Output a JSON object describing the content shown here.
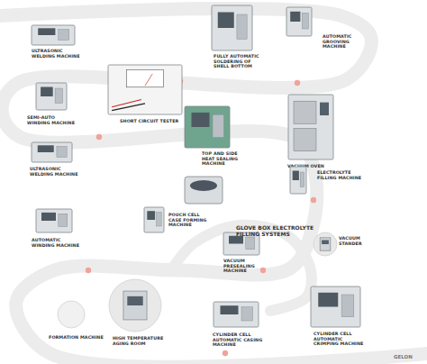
{
  "diagram": {
    "nodes": [
      {
        "text": [
          "ULTRASONIC WELDING MACHINE"
        ]
      },
      {
        "text": [
          "FULLY AUTOMATIC SOLDERING OF SHELL BOTTOM"
        ]
      },
      {
        "text": [
          "AUTOMATIC GROOVING MACHINE"
        ]
      },
      {
        "text": [
          "SEMI-AUTO WINDING MACHINE"
        ]
      },
      {
        "text": [
          "SHORT CIRCUIT TESTER"
        ]
      },
      {
        "text": [
          "TOP AND SIDE HEAT SEALING MACHINE"
        ]
      },
      {
        "text": [
          "VACUUM OVEN"
        ]
      },
      {
        "text": [
          "ULTRASONIC WELDING MACHINE"
        ]
      },
      {
        "text": [
          "ELECTROLYTE FILLING MACHINE"
        ]
      },
      {
        "text": [
          "AUTOMATIC WINDING MACHINE"
        ]
      },
      {
        "text": [
          "POUCH CELL CASE FORMING MACHINE"
        ]
      },
      {
        "text": [
          "VACUUM PRESEALING MACHINE"
        ]
      },
      {
        "text": [
          "VACUUM STANDER"
        ]
      },
      {
        "text": [
          "FORMATION MACHINE"
        ]
      },
      {
        "text": [
          "HIGH TEMPERATURE AGING ROOM"
        ]
      },
      {
        "text": [
          "CYLINDER CELL AUTOMATIC CASING MACHINE"
        ]
      },
      {
        "text": [
          "CYLINDER CELL AUTOMATIC CRIMPING MACHINE"
        ]
      }
    ],
    "labels": [
      "GLOVE BOX ELECTROLYTE FILLING SYSTEMS",
      "GELON"
    ]
  }
}
